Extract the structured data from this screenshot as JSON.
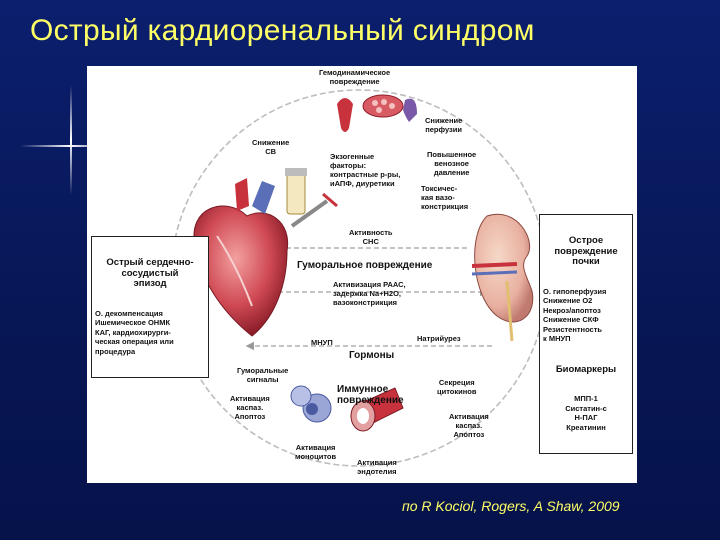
{
  "title": "Острый кардиоренальный синдром",
  "credit": "по R Kociol, Rogers, A Shaw, 2009",
  "diagram": {
    "hemodynamic": "Гемодинамическое\nповреждение",
    "reduced_perfusion": "Снижение\nперфузии",
    "reduced_co": "Снижение\nСВ",
    "increased_venous": "Повышенное\nвенозное\nдавление",
    "exogenous": "Экзогенные\nфакторы:\nконтрастные р-ры,\nиАПФ, диуретики",
    "toxic": "Токсичес-\nкая вазо-\nконстрикция",
    "sns": "Активность\nСНС",
    "humoral": "Гуморальное повреждение",
    "raas": "Активизация РААС,\nзадержка Na+H2O,\nвазоконстрикция",
    "bnp": "МНУП",
    "hormones": "Гормоны",
    "natriuresis": "Натрийурез",
    "humoral_signals": "Гуморальные\nсигналы",
    "immune": "Иммунное\nповреждение",
    "cytokine": "Секреция\nцитокинов",
    "casp_left": "Активация\nкаспаз.\nАпоптоз",
    "casp_right": "Активация\nкаспаз.\nАпоптоз",
    "monocytes": "Активация\nмоноцитов",
    "endothelium": "Активация\nэндотелия",
    "cardiac_box": {
      "head": "Острый сердечно-\nсосудистый\nэпизод",
      "lines": "О. декомпенсация\nИшемическое ОНМК\nКАГ, кардиохирурги-\nческая операция или\nпроцедура"
    },
    "kidney_box": {
      "head": "Острое\nповреждение\nпочки",
      "lines": "О. гипоперфузия\nСнижение О2\nНекроз/апоптоз\nСнижение СКФ\nРезистентность\nк МНУП",
      "bio_head": "Биомаркеры",
      "bio_lines": "МПП-1\nСистатин-с\nН-ПАГ\nКреатинин"
    }
  },
  "colors": {
    "background": "#0a1a5c",
    "title": "#ffff66",
    "arrow": "#b0b0b0",
    "organ_red": "#c8323c"
  }
}
